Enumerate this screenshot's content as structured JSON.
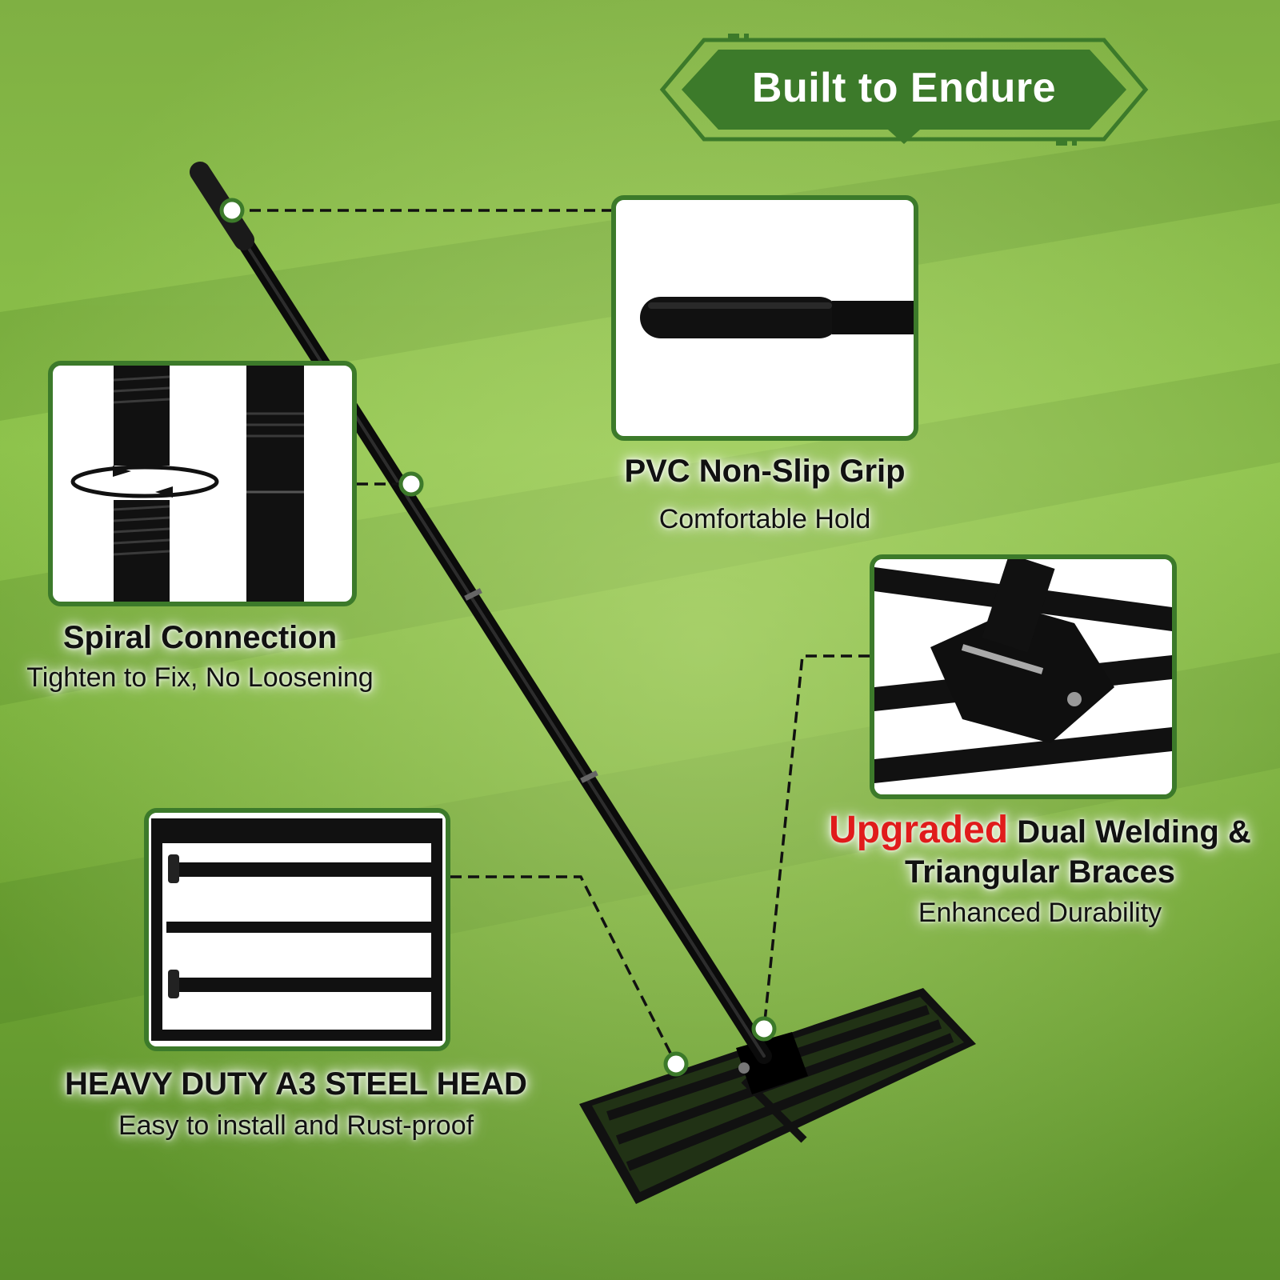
{
  "banner": {
    "title": "Built to Endure"
  },
  "features": {
    "grip": {
      "title": "PVC Non-Slip Grip",
      "subtitle": "Comfortable Hold"
    },
    "spiral": {
      "title": "Spiral Connection",
      "subtitle": "Tighten to Fix, No Loosening"
    },
    "welding": {
      "highlight": "Upgraded",
      "title_rest": " Dual Welding &",
      "title_line2": "Triangular Braces",
      "subtitle": "Enhanced Durability"
    },
    "head": {
      "title": "HEAVY DUTY A3 STEEL HEAD",
      "subtitle": "Easy to install and Rust-proof"
    }
  },
  "colors": {
    "accent_green": "#3c7a2a",
    "highlight_red": "#e01b1b",
    "grass_light": "#8cc24a",
    "grass_dark": "#4f8a26"
  }
}
